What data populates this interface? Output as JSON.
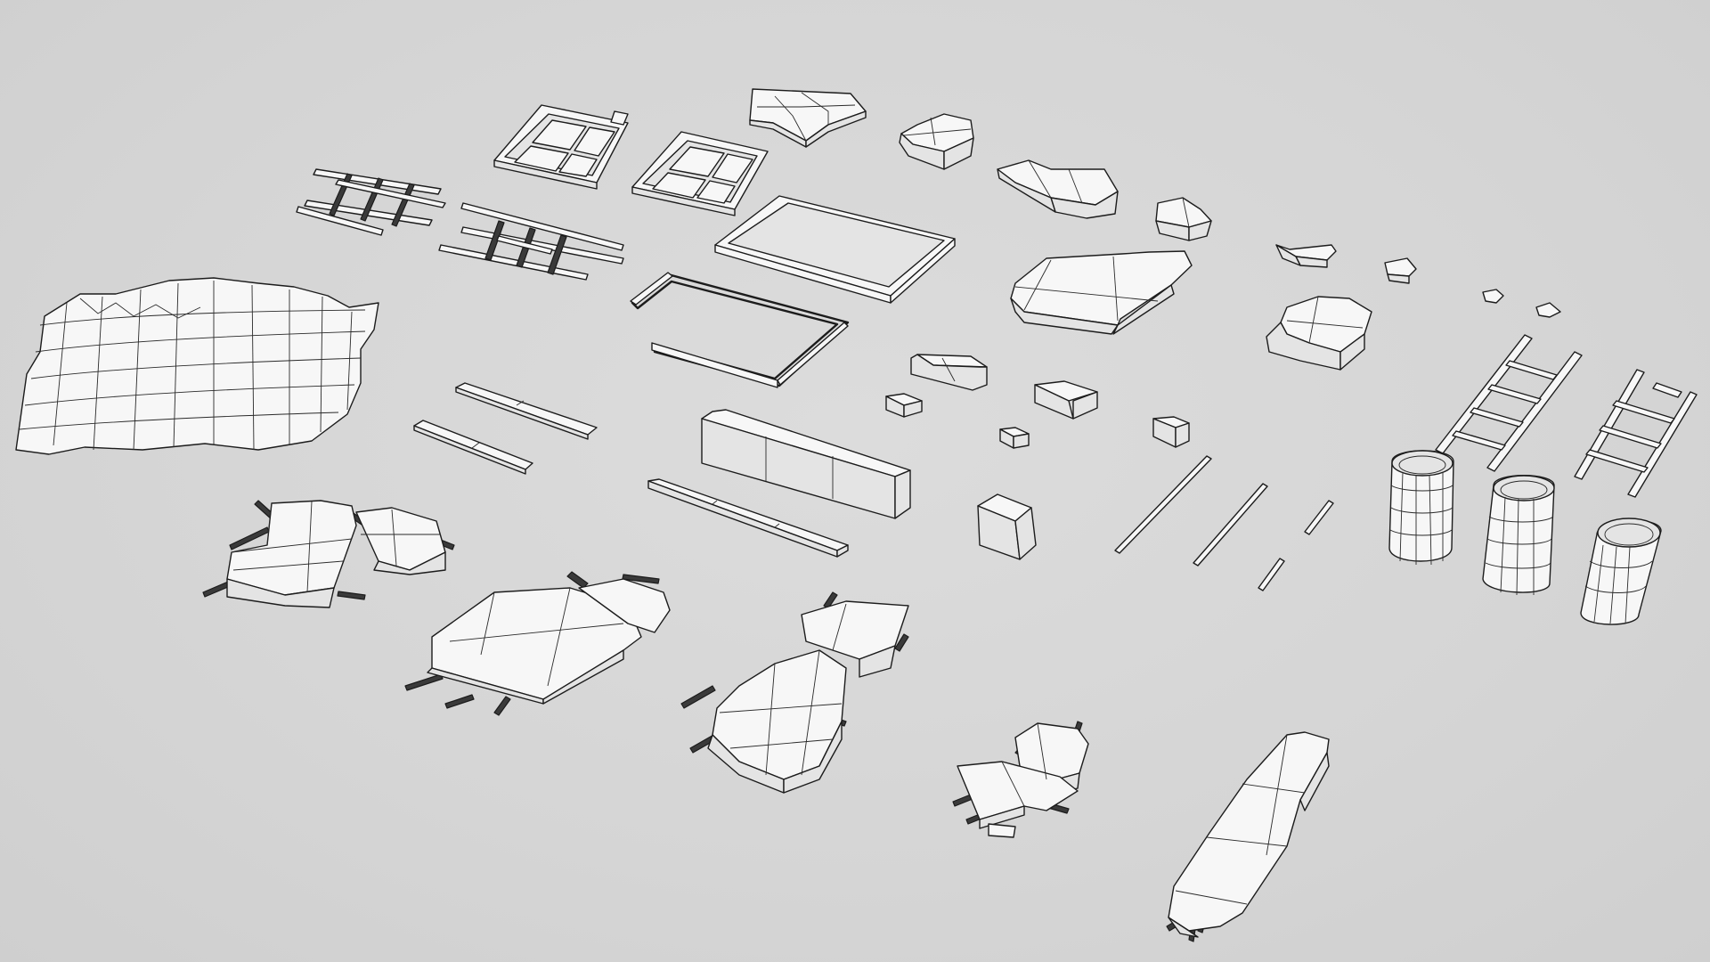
{
  "viewport": {
    "background_color": "#d6d6d6",
    "render_style": "wireframe-over-white-shaded",
    "edge_color": "#1c1c1c",
    "surface_color": "#f7f7f7"
  },
  "scene": {
    "asset_count": 40,
    "asset_kinds": [
      "terrain-patch",
      "window-frame",
      "wooden-frame",
      "rock",
      "plank",
      "beam",
      "crate",
      "barrel",
      "ladder",
      "pole",
      "rubble-debris"
    ]
  }
}
